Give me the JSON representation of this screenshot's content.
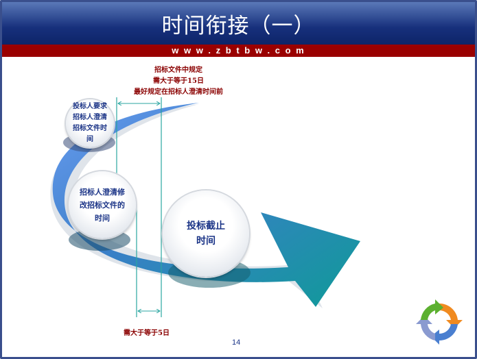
{
  "header": {
    "title": "时间衔接（一）",
    "website": "w w w . z b t b w . c o m"
  },
  "notes": {
    "top_line1": "招标文件中规定",
    "top_line2": "需大于等于15日",
    "top_line3": "最好规定在招标人澄清时间前",
    "bottom": "需大于等于5日"
  },
  "circles": [
    {
      "text": "投标人要求招标人澄清招标文件时间"
    },
    {
      "text": "招标人澄清修改招标文件的时间"
    },
    {
      "text": "投标截止时间"
    }
  ],
  "page_number": "14",
  "colors": {
    "header_blue": "#17307c",
    "red_bar": "#9a0000",
    "arrow_blue": "#5b8de8",
    "arrow_teal": "#1a9aa0"
  }
}
